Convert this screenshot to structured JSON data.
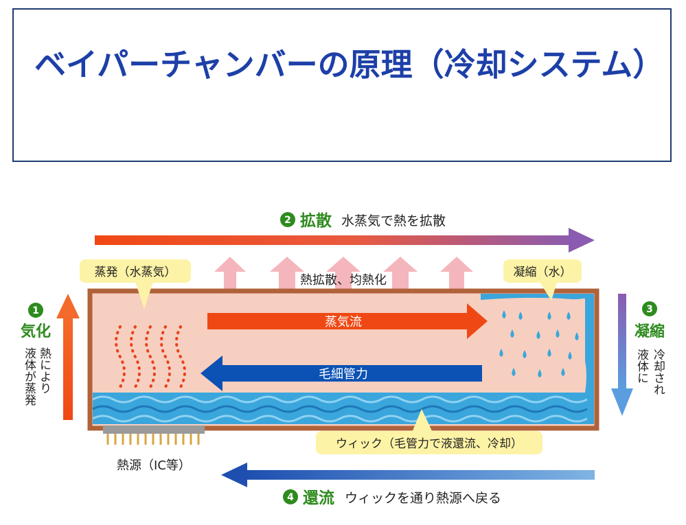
{
  "title": "ベイパーチャンバーの原理（冷却システム）",
  "colors": {
    "title": "#1d3fa8",
    "step_label": "#2e8b1e",
    "vapor_arrow": "#f04814",
    "capillary_arrow": "#0b52b4",
    "chamber_border": "#b0623a",
    "chamber_fill": "#f7cfc0",
    "wick": "#3aa6dc",
    "callout": "#fdf3a6",
    "heat_arrow": "#f4b6bc"
  },
  "steps": {
    "s1": {
      "num": "1",
      "label": "気化",
      "desc_col1": "熱により",
      "desc_col2": "液体が蒸発"
    },
    "s2": {
      "num": "2",
      "label": "拡散",
      "desc": "水蒸気で熱を拡散"
    },
    "s3": {
      "num": "3",
      "label": "凝縮",
      "desc_col1": "冷却され",
      "desc_col2": "液体に"
    },
    "s4": {
      "num": "4",
      "label": "還流",
      "desc": "ウィックを通り熱源へ戻る"
    }
  },
  "labels": {
    "evaporation": "蒸発（水蒸気）",
    "condensation": "凝縮（水）",
    "heat_spread": "熱拡散、均熱化",
    "vapor_flow": "蒸気流",
    "capillary": "毛細管力",
    "wick": "ウィック（毛管力で液還流、冷却）",
    "heat_source": "熱源（IC等）"
  },
  "icons": {
    "up_arrows": [
      "heat-up-arrow-icon",
      "heat-up-arrow-icon",
      "heat-up-arrow-icon",
      "heat-up-arrow-icon",
      "heat-up-arrow-icon"
    ],
    "wave": "vapor-wave-icon",
    "droplet": "water-droplet-icon"
  }
}
